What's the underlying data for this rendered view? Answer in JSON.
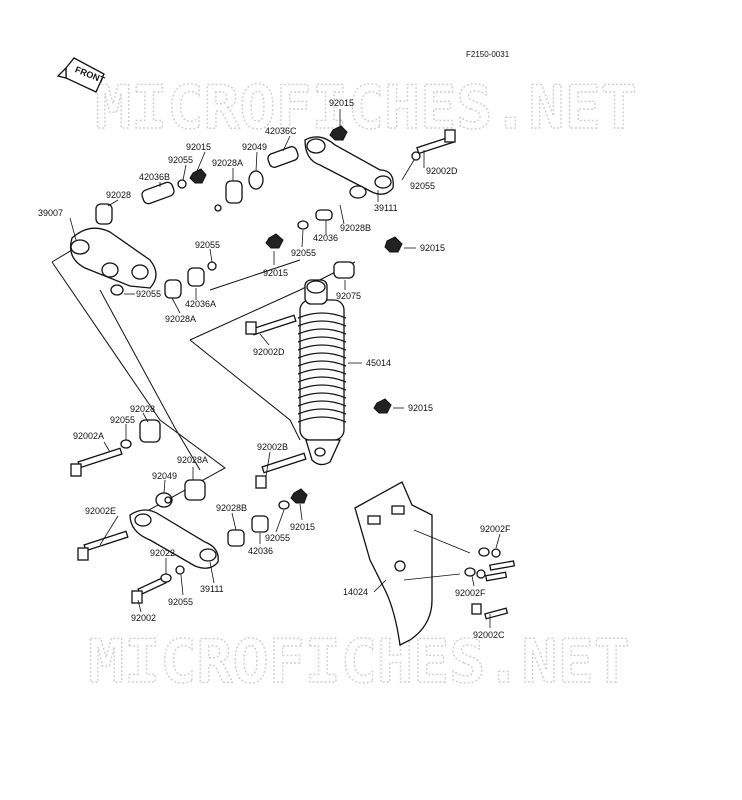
{
  "header": {
    "figure_code": "F2150-0031"
  },
  "orientation": {
    "front_label": "FRONT"
  },
  "watermark": {
    "text": "MICROFICHES.NET"
  },
  "parts": [
    {
      "key": "p92015_a",
      "label": "92015"
    },
    {
      "key": "p42036C",
      "label": "42036C"
    },
    {
      "key": "p92015_b",
      "label": "92015"
    },
    {
      "key": "p92055_a",
      "label": "92055"
    },
    {
      "key": "p92049_a",
      "label": "92049"
    },
    {
      "key": "p92028A_a",
      "label": "92028A"
    },
    {
      "key": "p42036B",
      "label": "42036B"
    },
    {
      "key": "p92028_a",
      "label": "92028"
    },
    {
      "key": "p39007",
      "label": "39007"
    },
    {
      "key": "p92002D_a",
      "label": "92002D"
    },
    {
      "key": "p92055_b",
      "label": "92055"
    },
    {
      "key": "p39111_a",
      "label": "39111"
    },
    {
      "key": "p92028B_a",
      "label": "92028B"
    },
    {
      "key": "p42036",
      "label": "42036"
    },
    {
      "key": "p92055_c",
      "label": "92055"
    },
    {
      "key": "p92015_c",
      "label": "92015"
    },
    {
      "key": "p92015_d",
      "label": "92015"
    },
    {
      "key": "p92055_d",
      "label": "92055"
    },
    {
      "key": "p92055_e",
      "label": "92055"
    },
    {
      "key": "p42036A",
      "label": "42036A"
    },
    {
      "key": "p92028A_b",
      "label": "92028A"
    },
    {
      "key": "p92075",
      "label": "92075"
    },
    {
      "key": "p92002D_b",
      "label": "92002D"
    },
    {
      "key": "p45014",
      "label": "45014"
    },
    {
      "key": "p92015_e",
      "label": "92015"
    },
    {
      "key": "p92028_b",
      "label": "92028"
    },
    {
      "key": "p92055_f",
      "label": "92055"
    },
    {
      "key": "p92002A",
      "label": "92002A"
    },
    {
      "key": "p92002B",
      "label": "92002B"
    },
    {
      "key": "p92028A_c",
      "label": "92028A"
    },
    {
      "key": "p92049_b",
      "label": "92049"
    },
    {
      "key": "p92002E",
      "label": "92002E"
    },
    {
      "key": "p92028B_b",
      "label": "92028B"
    },
    {
      "key": "p92015_f",
      "label": "92015"
    },
    {
      "key": "p92055_g",
      "label": "92055"
    },
    {
      "key": "p42036_b",
      "label": "42036"
    },
    {
      "key": "p92022",
      "label": "92022"
    },
    {
      "key": "p39111_b",
      "label": "39111"
    },
    {
      "key": "p92055_h",
      "label": "92055"
    },
    {
      "key": "p92002",
      "label": "92002"
    },
    {
      "key": "p14024",
      "label": "14024"
    },
    {
      "key": "p92002F_a",
      "label": "92002F"
    },
    {
      "key": "p92002F_b",
      "label": "92002F"
    },
    {
      "key": "p92002C",
      "label": "92002C"
    }
  ]
}
